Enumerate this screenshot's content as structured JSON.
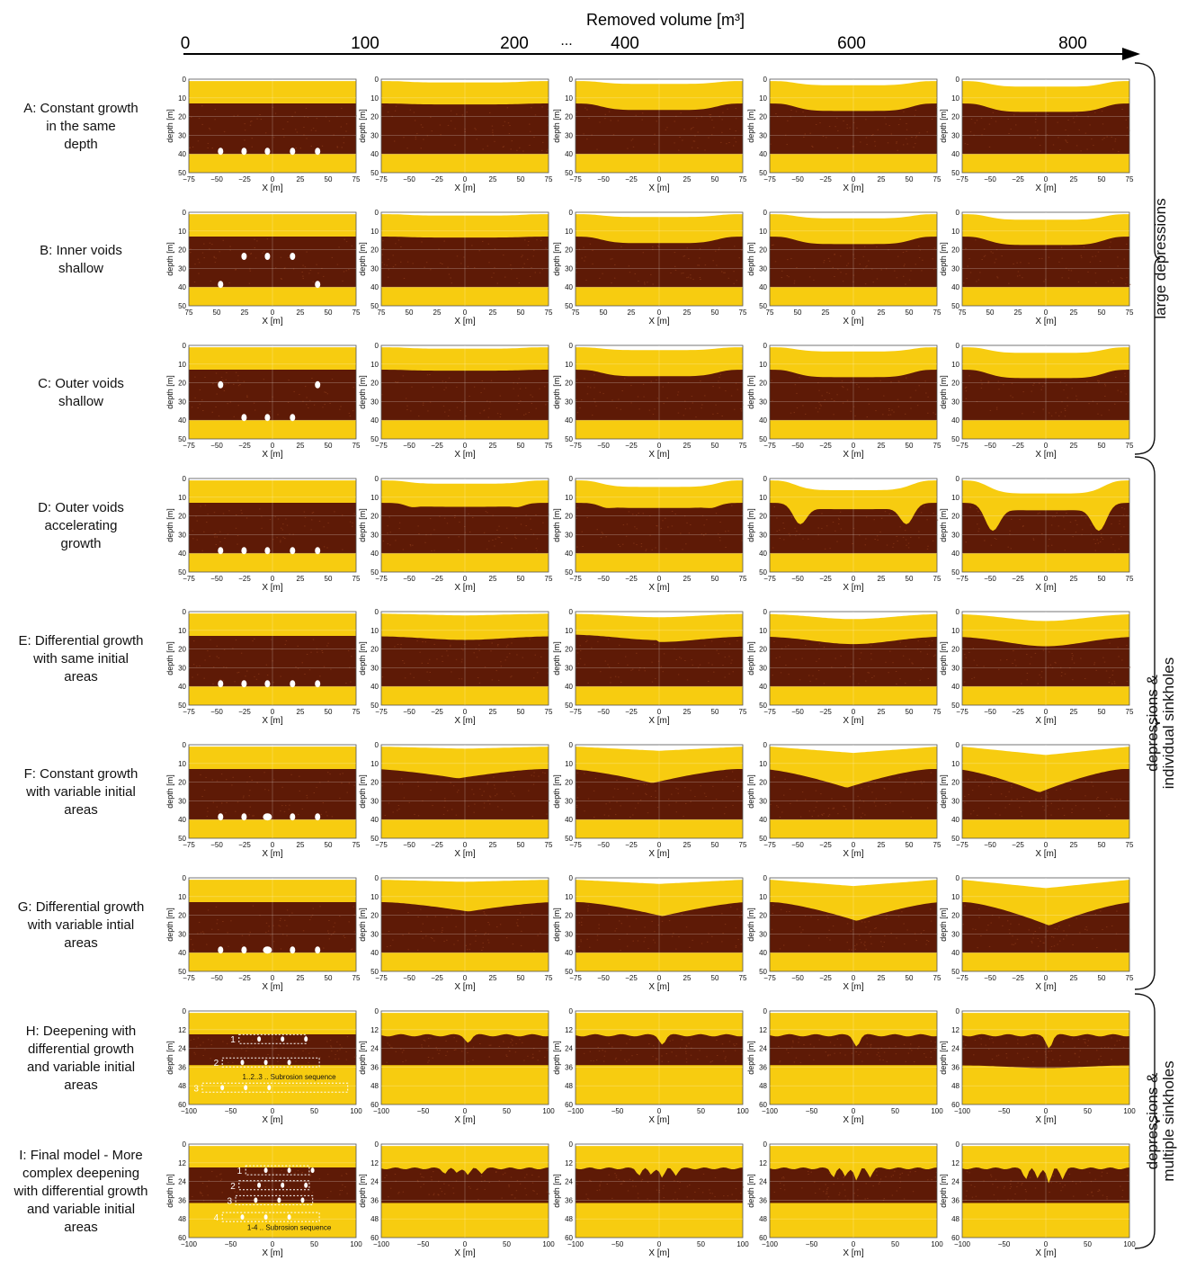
{
  "header": {
    "title": "Removed volume [m³]",
    "volumes": [
      "0",
      "100",
      "200",
      "400",
      "600",
      "800"
    ],
    "ellipsis": "..."
  },
  "rows": [
    {
      "id": "A",
      "label": [
        "A: Constant growth",
        "in the same",
        "depth"
      ],
      "xticks": [
        "−75",
        "−50",
        "−25",
        "0",
        "25",
        "50",
        "75"
      ],
      "yticks": [
        "0",
        "10",
        "20",
        "30",
        "40",
        "50"
      ]
    },
    {
      "id": "B",
      "label": [
        "B: Inner voids",
        "shallow"
      ],
      "xticks": [
        "75",
        "50",
        "25",
        "0",
        "25",
        "50",
        "75"
      ],
      "yticks": [
        "0",
        "10",
        "20",
        "30",
        "40",
        "50"
      ]
    },
    {
      "id": "C",
      "label": [
        "C: Outer voids",
        "shallow"
      ],
      "xticks": [
        "−75",
        "−50",
        "−25",
        "0",
        "25",
        "50",
        "75"
      ],
      "yticks": [
        "0",
        "10",
        "20",
        "30",
        "40",
        "50"
      ]
    },
    {
      "id": "D",
      "label": [
        "D: Outer voids",
        "accelerating",
        "growth"
      ],
      "xticks": [
        "−75",
        "−50",
        "−25",
        "0",
        "25",
        "50",
        "75"
      ],
      "yticks": [
        "0",
        "10",
        "20",
        "30",
        "40",
        "50"
      ]
    },
    {
      "id": "E",
      "label": [
        "E: Differential growth",
        "with same initial",
        "areas"
      ],
      "xticks": [
        "−75",
        "−50",
        "−25",
        "0",
        "25",
        "50",
        "75"
      ],
      "yticks": [
        "0",
        "10",
        "20",
        "30",
        "40",
        "50"
      ]
    },
    {
      "id": "F",
      "label": [
        "F: Constant growth",
        "with variable initial",
        "areas"
      ],
      "xticks": [
        "−75",
        "−50",
        "−25",
        "0",
        "25",
        "50",
        "75"
      ],
      "yticks": [
        "0",
        "10",
        "20",
        "30",
        "40",
        "50"
      ]
    },
    {
      "id": "G",
      "label": [
        "G: Differential growth",
        "with variable intial",
        "areas"
      ],
      "xticks": [
        "−75",
        "−50",
        "−25",
        "0",
        "25",
        "50",
        "75"
      ],
      "yticks": [
        "0",
        "10",
        "20",
        "30",
        "40",
        "50"
      ]
    },
    {
      "id": "H",
      "label": [
        "H: Deepening with",
        "differential growth",
        "and variable initial",
        "areas"
      ],
      "xticks": [
        "−100",
        "−50",
        "0",
        "50",
        "100"
      ],
      "yticks": [
        "0",
        "12",
        "24",
        "36",
        "48",
        "60"
      ],
      "annotation": "1..2..3 .. Subrosion sequence",
      "seq_labels": [
        "1",
        "2",
        "3"
      ]
    },
    {
      "id": "I",
      "label": [
        "I: Final model - More",
        "complex deepening",
        "with differential growth",
        "and variable initial",
        "areas"
      ],
      "xticks": [
        "−100",
        "−50",
        "0",
        "50",
        "100"
      ],
      "yticks": [
        "0",
        "12",
        "24",
        "36",
        "48",
        "60"
      ],
      "annotation": "1-4 .. Subrosion sequence",
      "seq_labels": [
        "1",
        "2",
        "3",
        "4"
      ]
    }
  ],
  "axes": {
    "xlabel": "X [m]",
    "ylabel": "depth [m]"
  },
  "groups": [
    {
      "label": [
        "large depressions"
      ]
    },
    {
      "label": [
        "depressions &",
        "individual sinkholes"
      ]
    },
    {
      "label": [
        "depressions &",
        "multiple sinkholes"
      ]
    }
  ],
  "colors": {
    "sand": "#F7CC10",
    "clay": "#5E1A06",
    "void": "#FFFFFF"
  }
}
